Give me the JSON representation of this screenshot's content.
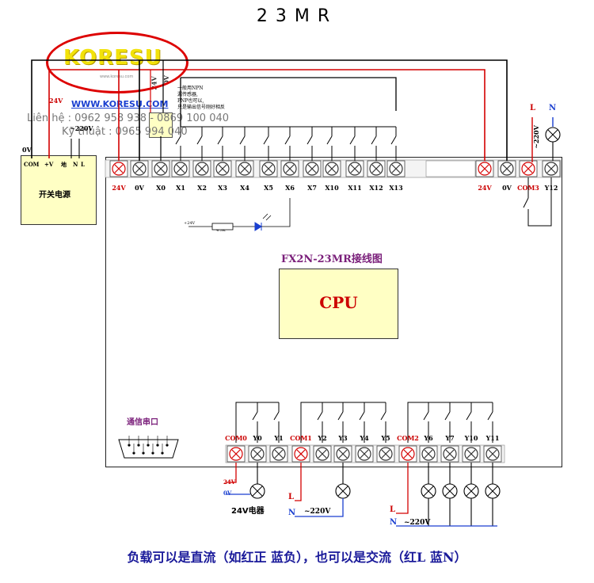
{
  "title": "23MR",
  "brand": {
    "logo_text": "KORESU",
    "logo_small": "www.koresu.com",
    "website": "WWW.KORESU.COM",
    "contact_line1": "Liên hệ : 0962 958 938 - 0869 100 040",
    "contact_line2": "Kỹ thuật : 0965 994 040"
  },
  "power_supply": {
    "name": "开关电源",
    "terminals": [
      "COM",
      "+V",
      "地",
      "N",
      "L"
    ],
    "label_0v": "0V",
    "label_24v": "24V",
    "label_220v": "~220V"
  },
  "plc": {
    "title": "FX2N-23MR接线图",
    "cpu_label": "CPU",
    "serial_label": "通信串口",
    "input_terminals": [
      "24V",
      "0V",
      "X0",
      "X1",
      "X2",
      "X3",
      "X4",
      "X5",
      "X6",
      "X7",
      "X10",
      "X11",
      "X12",
      "X13"
    ],
    "right_terminals": [
      "24V",
      "0V",
      "COM3",
      "Y12"
    ],
    "output_terminals": [
      "COM0",
      "Y0",
      "Y1",
      "COM1",
      "Y2",
      "Y3",
      "Y4",
      "Y5",
      "COM2",
      "Y6",
      "Y7",
      "Y10",
      "Y11"
    ]
  },
  "sensor_module": {
    "label_24v": "24V",
    "label_0v": "0V",
    "note_lines": [
      "一般用NPN",
      "漏传感器,",
      "PNP也可以,",
      "只是输出信号刚好相反"
    ]
  },
  "led_circuit": {
    "label_24v": "+24V",
    "resistor": "4.3K"
  },
  "labels": {
    "l": "L",
    "n": "N",
    "v220": "~220V",
    "load_24v": "24V电器",
    "plus_24v": "24V",
    "zero_v": "0V"
  },
  "footer": "负载可以是直流（如红正 蓝负），也可以是交流（红L 蓝N）",
  "colors": {
    "red_wire": "#d40000",
    "blue_wire": "#1a3fd0",
    "box_fill": "#ffffc4",
    "title_purple": "#7a1f7a",
    "footer_blue": "#1a1a9a"
  }
}
